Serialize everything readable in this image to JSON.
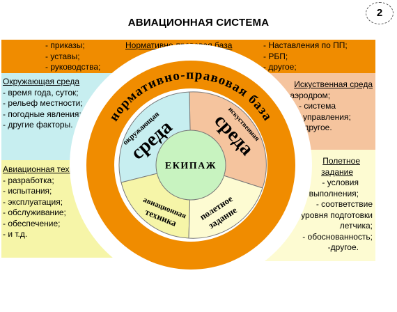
{
  "title": "АВИАЦИОННАЯ СИСТЕМА",
  "page_number": "2",
  "top_band": {
    "center_title": "Нормативно-правовая база",
    "left_items": [
      "- приказы;",
      "- уставы;",
      "- руководства;"
    ],
    "right_items": [
      "- Наставления  по ПП;",
      "- РБП;",
      "- другое;"
    ]
  },
  "left_upper": {
    "title": "Окружающая среда",
    "items": [
      "- время года, суток;",
      "- рельеф местности;",
      "- погодные явления;",
      "- другие факторы."
    ]
  },
  "left_lower": {
    "title": "Авиационная техника",
    "items": [
      "- разработка;",
      "- испытания;",
      "- эксплуатация;",
      "- обслуживание;",
      "- обеспечение;",
      "- и т.д."
    ]
  },
  "right_upper": {
    "title": "Искуственная среда",
    "items": [
      "- аэродром;",
      "- система",
      "управления;",
      "- другое."
    ]
  },
  "right_lower": {
    "title_line1": "Полетное",
    "title_line2": "задание",
    "items": [
      "- условия",
      "выполнения;",
      "- соответствие",
      "уровня подготовки",
      "летчика;",
      "- обоснованность;",
      "-другое."
    ]
  },
  "diagram": {
    "outer_ring_label": "нормативно-правовая база",
    "center_label": "ЕКИПАЖ",
    "segments": {
      "natural_env_small": "окружающая",
      "natural_env_big": "среда",
      "artificial_env_small": "искуственная",
      "artificial_env_big": "среда",
      "technics_line1": "авиационная",
      "technics_line2": "техника",
      "task_line1": "полетное",
      "task_line2": "задание"
    },
    "colors": {
      "outer_ring": "#f08c00",
      "natural_env": "#c7eef0",
      "artificial_env": "#f5c49e",
      "technics": "#f6f5a8",
      "task": "#fdfbd2",
      "center": "#c8f3c0"
    }
  }
}
